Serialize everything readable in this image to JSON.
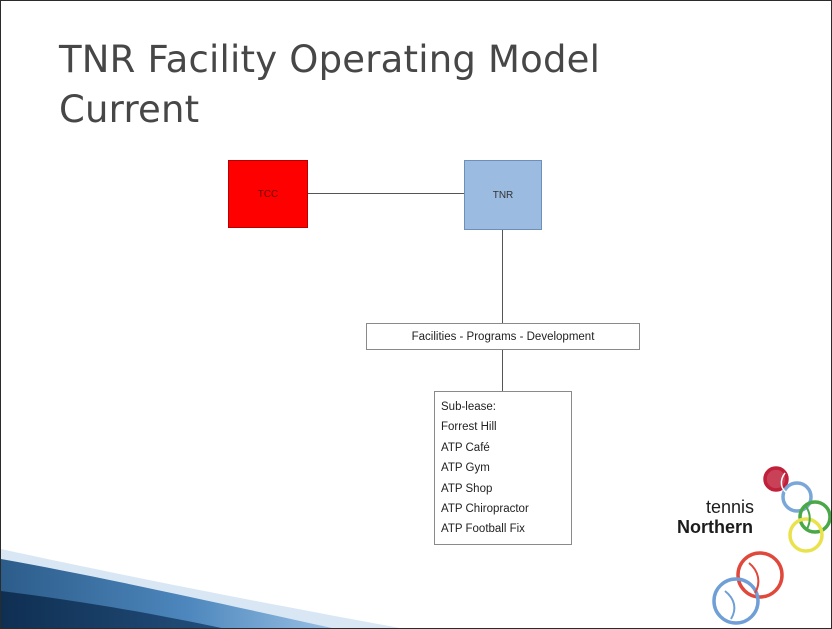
{
  "slide": {
    "title_line1": "TNR Facility Operating Model",
    "title_line2": "Current"
  },
  "diagram": {
    "node_tcc": {
      "label": "TCC",
      "color": "#ff0000"
    },
    "node_tnr": {
      "label": "TNR",
      "color": "#9bbbe0"
    },
    "node_services": {
      "label": "Facilities - Programs - Development"
    },
    "node_sublease": {
      "heading": "Sub-lease:",
      "items": [
        "Forrest Hill",
        "ATP Café",
        "ATP Gym",
        "ATP Shop",
        "ATP Chiropractor",
        "ATP Football Fix"
      ]
    }
  },
  "logo": {
    "line1": "tennis",
    "line2": "Northern",
    "ring_colors": [
      "#c0203a",
      "#7aa7d8",
      "#4aa846",
      "#e9e24a",
      "#e0483c",
      "#6f9fd6"
    ]
  },
  "theme": {
    "title_color": "#474747",
    "wave_dark": "#1a3f66",
    "wave_light": "#7fb2de"
  }
}
